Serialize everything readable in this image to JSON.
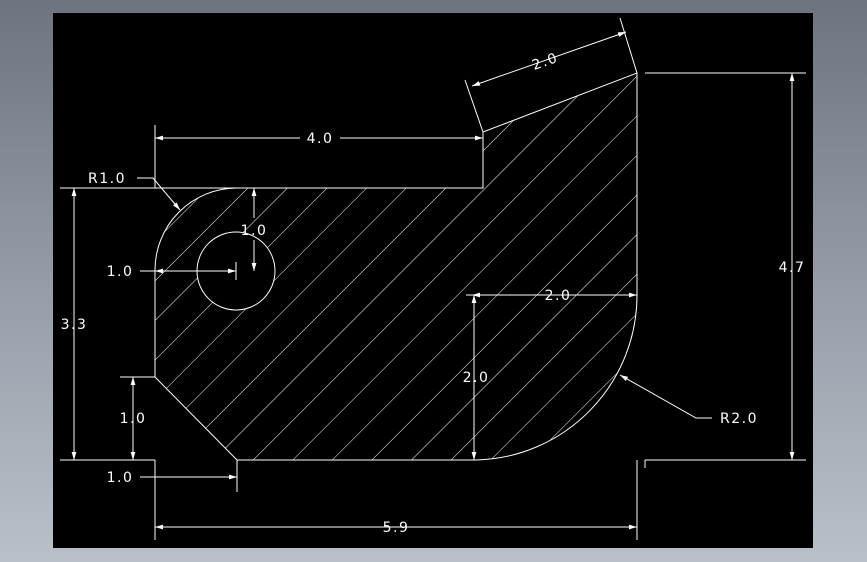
{
  "drawing": {
    "line_color": "#ffffff",
    "background": "#000000",
    "dimensions": {
      "top_angled": "2.0",
      "top_width": "4.0",
      "fillet_left_radius": "R1.0",
      "hole_vertical": "1.0",
      "hole_horizontal": "1.0",
      "left_height": "3.3",
      "right_height": "4.7",
      "arc_horizontal": "2.0",
      "arc_vertical": "2.0",
      "fillet_right_radius": "R2.0",
      "chamfer_vertical": "1.0",
      "chamfer_horizontal": "1.0",
      "overall_width": "5.9"
    }
  }
}
